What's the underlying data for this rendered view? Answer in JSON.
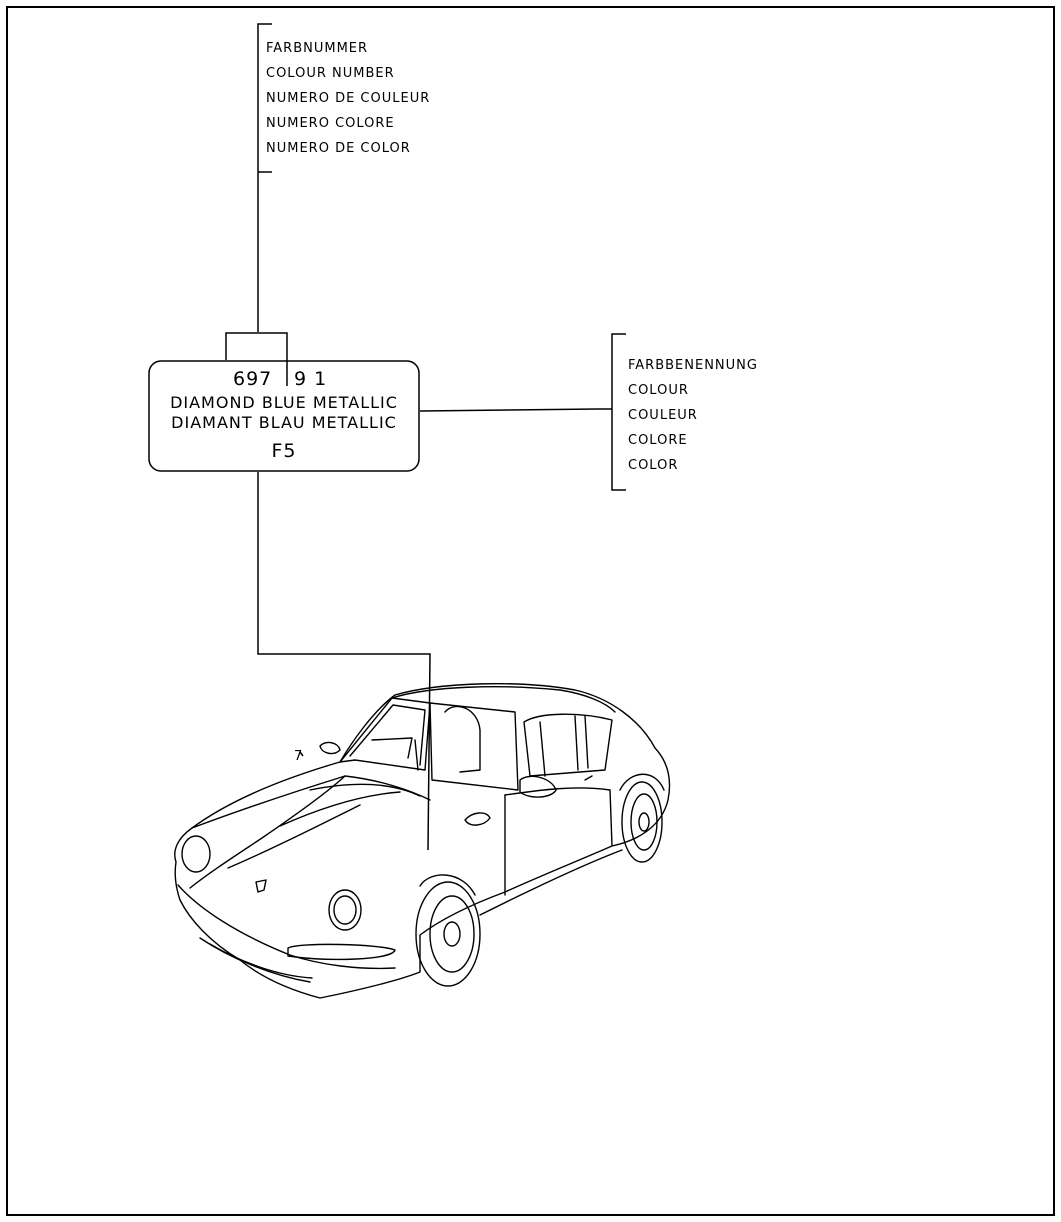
{
  "colour_number_labels": [
    "FARBNUMMER",
    "COLOUR NUMBER",
    "NUMERO DE COULEUR",
    "NUMERO COLORE",
    "NUMERO DE COLOR"
  ],
  "colour_name_labels": [
    "FARBBENENNUNG",
    "COLOUR",
    "COULEUR",
    "COLORE",
    "COLOR"
  ],
  "plate": {
    "number_part_a": "697",
    "number_part_b": "9 1",
    "line1": "DIAMOND BLUE METALLIC",
    "line2": "DIAMANT BLAU METALLIC",
    "code": "F5"
  },
  "callout_mark": "7"
}
